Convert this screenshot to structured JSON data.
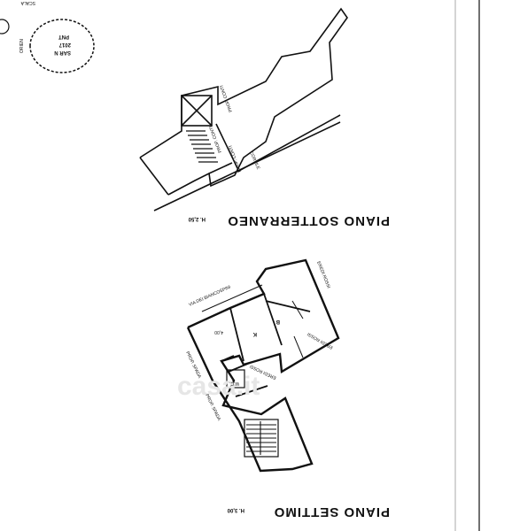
{
  "stamp": {
    "line1": "SAR N",
    "line2": "2017",
    "line3": "PNT"
  },
  "corner_labels": {
    "orient": "ORIEN",
    "scale": "SCALA"
  },
  "basement": {
    "title": "PIANO  SOTTERRANEO",
    "height": "H. 2,50",
    "cortile": "CORTILE",
    "wall_label_1": "PROP. CONTI",
    "wall_label_2": "PROP. CONTI",
    "wall_label_3": "PROP. CONTI"
  },
  "floor7": {
    "title": "PIANO  SETTIMO",
    "height": "H. 3,00",
    "street": "VIA DEI BIANCOSPINI",
    "neighbor_1": "EREDI ROSSI",
    "neighbor_2": "EREDI ROSSI",
    "neighbor_3": "EREDI ROSSI",
    "neighbor_4": "PROP. SPADA",
    "neighbor_5": "PROP. SPADA",
    "room_1": "B",
    "room_2": "K",
    "room_3": "W.C.",
    "dim": "4,00"
  },
  "colors": {
    "ink": "#111111",
    "paper": "#ffffff",
    "watermark": "#e6e6e6"
  }
}
